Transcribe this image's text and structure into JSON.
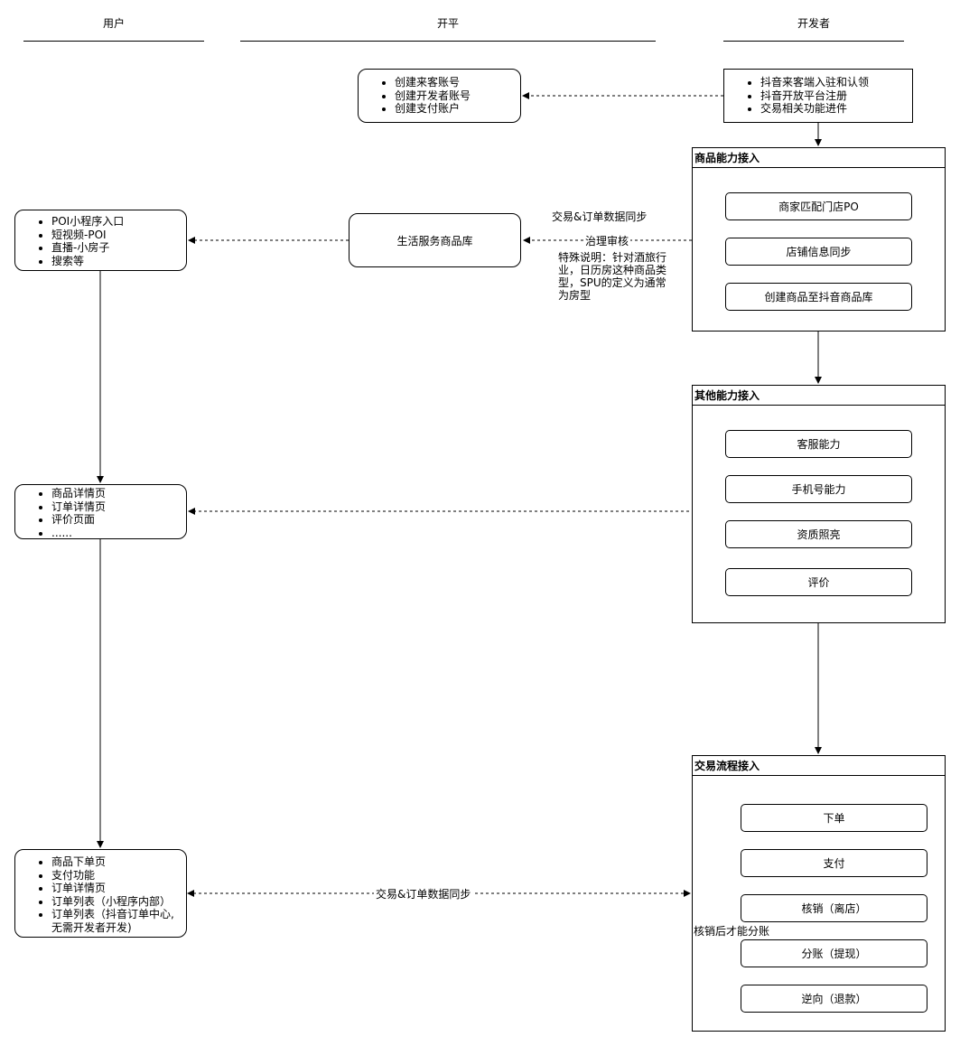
{
  "lanes": {
    "user": "用户",
    "platform": "开平",
    "developer": "开发者"
  },
  "platform_accounts": [
    "创建来客账号",
    "创建开发者账号",
    "创建支付账户"
  ],
  "developer_onboarding": [
    "抖音来客端入驻和认领",
    "抖音开放平台注册",
    "交易相关功能进件"
  ],
  "goods_capability": {
    "title": "商品能力接入",
    "items": [
      "商家匹配门店PO",
      "店铺信息同步",
      "创建商品至抖音商品库"
    ]
  },
  "other_capability": {
    "title": "其他能力接入",
    "items": [
      "客服能力",
      "手机号能力",
      "资质照亮",
      "评价"
    ]
  },
  "trade_flow": {
    "title": "交易流程接入",
    "items": [
      "下单",
      "支付",
      "核销（离店）",
      "分账（提现）",
      "逆向（退款）"
    ],
    "verify_note": "核销后才能分账"
  },
  "goods_library": "生活服务商品库",
  "user_entries": [
    "POI小程序入口",
    "短视频-POI",
    "直播-小房子",
    "搜索等"
  ],
  "user_pages": [
    "商品详情页",
    "订单详情页",
    "评价页面",
    "......"
  ],
  "user_order": [
    "商品下单页",
    "支付功能",
    "订单详情页",
    "订单列表（小程序内部）",
    "订单列表（抖音订单中心, 无需开发者开发)"
  ],
  "edge_labels": {
    "sync_top": "交易&订单数据同步",
    "review": "治理审核",
    "special_note": "特殊说明：针对酒旅行业，日历房这种商品类型，SPU的定义为通常为房型",
    "sync_bottom": "交易&订单数据同步"
  }
}
